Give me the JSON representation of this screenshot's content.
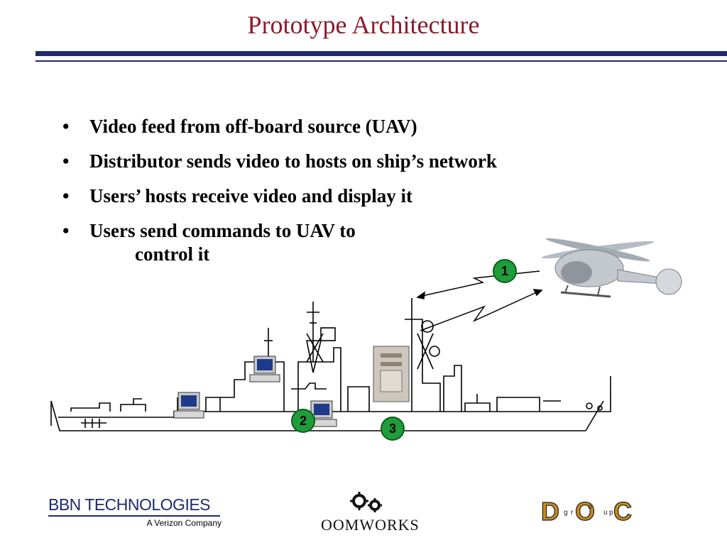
{
  "slide": {
    "title": "Prototype Architecture",
    "bullets": [
      {
        "bullet": "•",
        "text": "Video feed from off-board source (UAV)"
      },
      {
        "bullet": "•",
        "text": "Distributor sends video to hosts on ship’s network"
      },
      {
        "bullet": "•",
        "text": "Users’ hosts receive video and display it"
      },
      {
        "bullet": "•",
        "text": "Users send commands to UAV to",
        "continuation": "control it"
      }
    ]
  },
  "diagram": {
    "badges": [
      "1",
      "2",
      "3"
    ],
    "colors": {
      "badge": "#1f9d3a",
      "line": "#000000"
    }
  },
  "footer": {
    "bbn_name": "BBN TECHNOLOGIES",
    "bbn_tagline": "A Verizon Company",
    "oomworks": "OOMWORKS",
    "doc_letters": [
      "D",
      "O",
      "C"
    ],
    "doc_small": [
      "g",
      "r",
      "o",
      "u",
      "p"
    ]
  },
  "colors": {
    "title": "#8b1a2b",
    "rule": "#1f2a6b",
    "badge": "#1f9d3a"
  }
}
